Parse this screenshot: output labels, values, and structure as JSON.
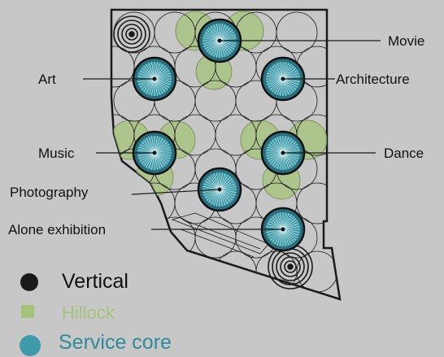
{
  "callouts": {
    "movie": "Movie",
    "art": "Art",
    "architecture": "Architecture",
    "music": "Music",
    "dance": "Dance",
    "photography": "Photography",
    "alone_exhibition": "Alone exhibition"
  },
  "legend": {
    "vertical": "Vertical",
    "hillock": "Hillock",
    "service_core": "Service core"
  },
  "colors": {
    "background": "#c7c7c7",
    "vertical": "#1a1a1a",
    "hillock": "#a6c37a",
    "service_core": "#3f9aa9",
    "outline": "#1a1a1a"
  }
}
